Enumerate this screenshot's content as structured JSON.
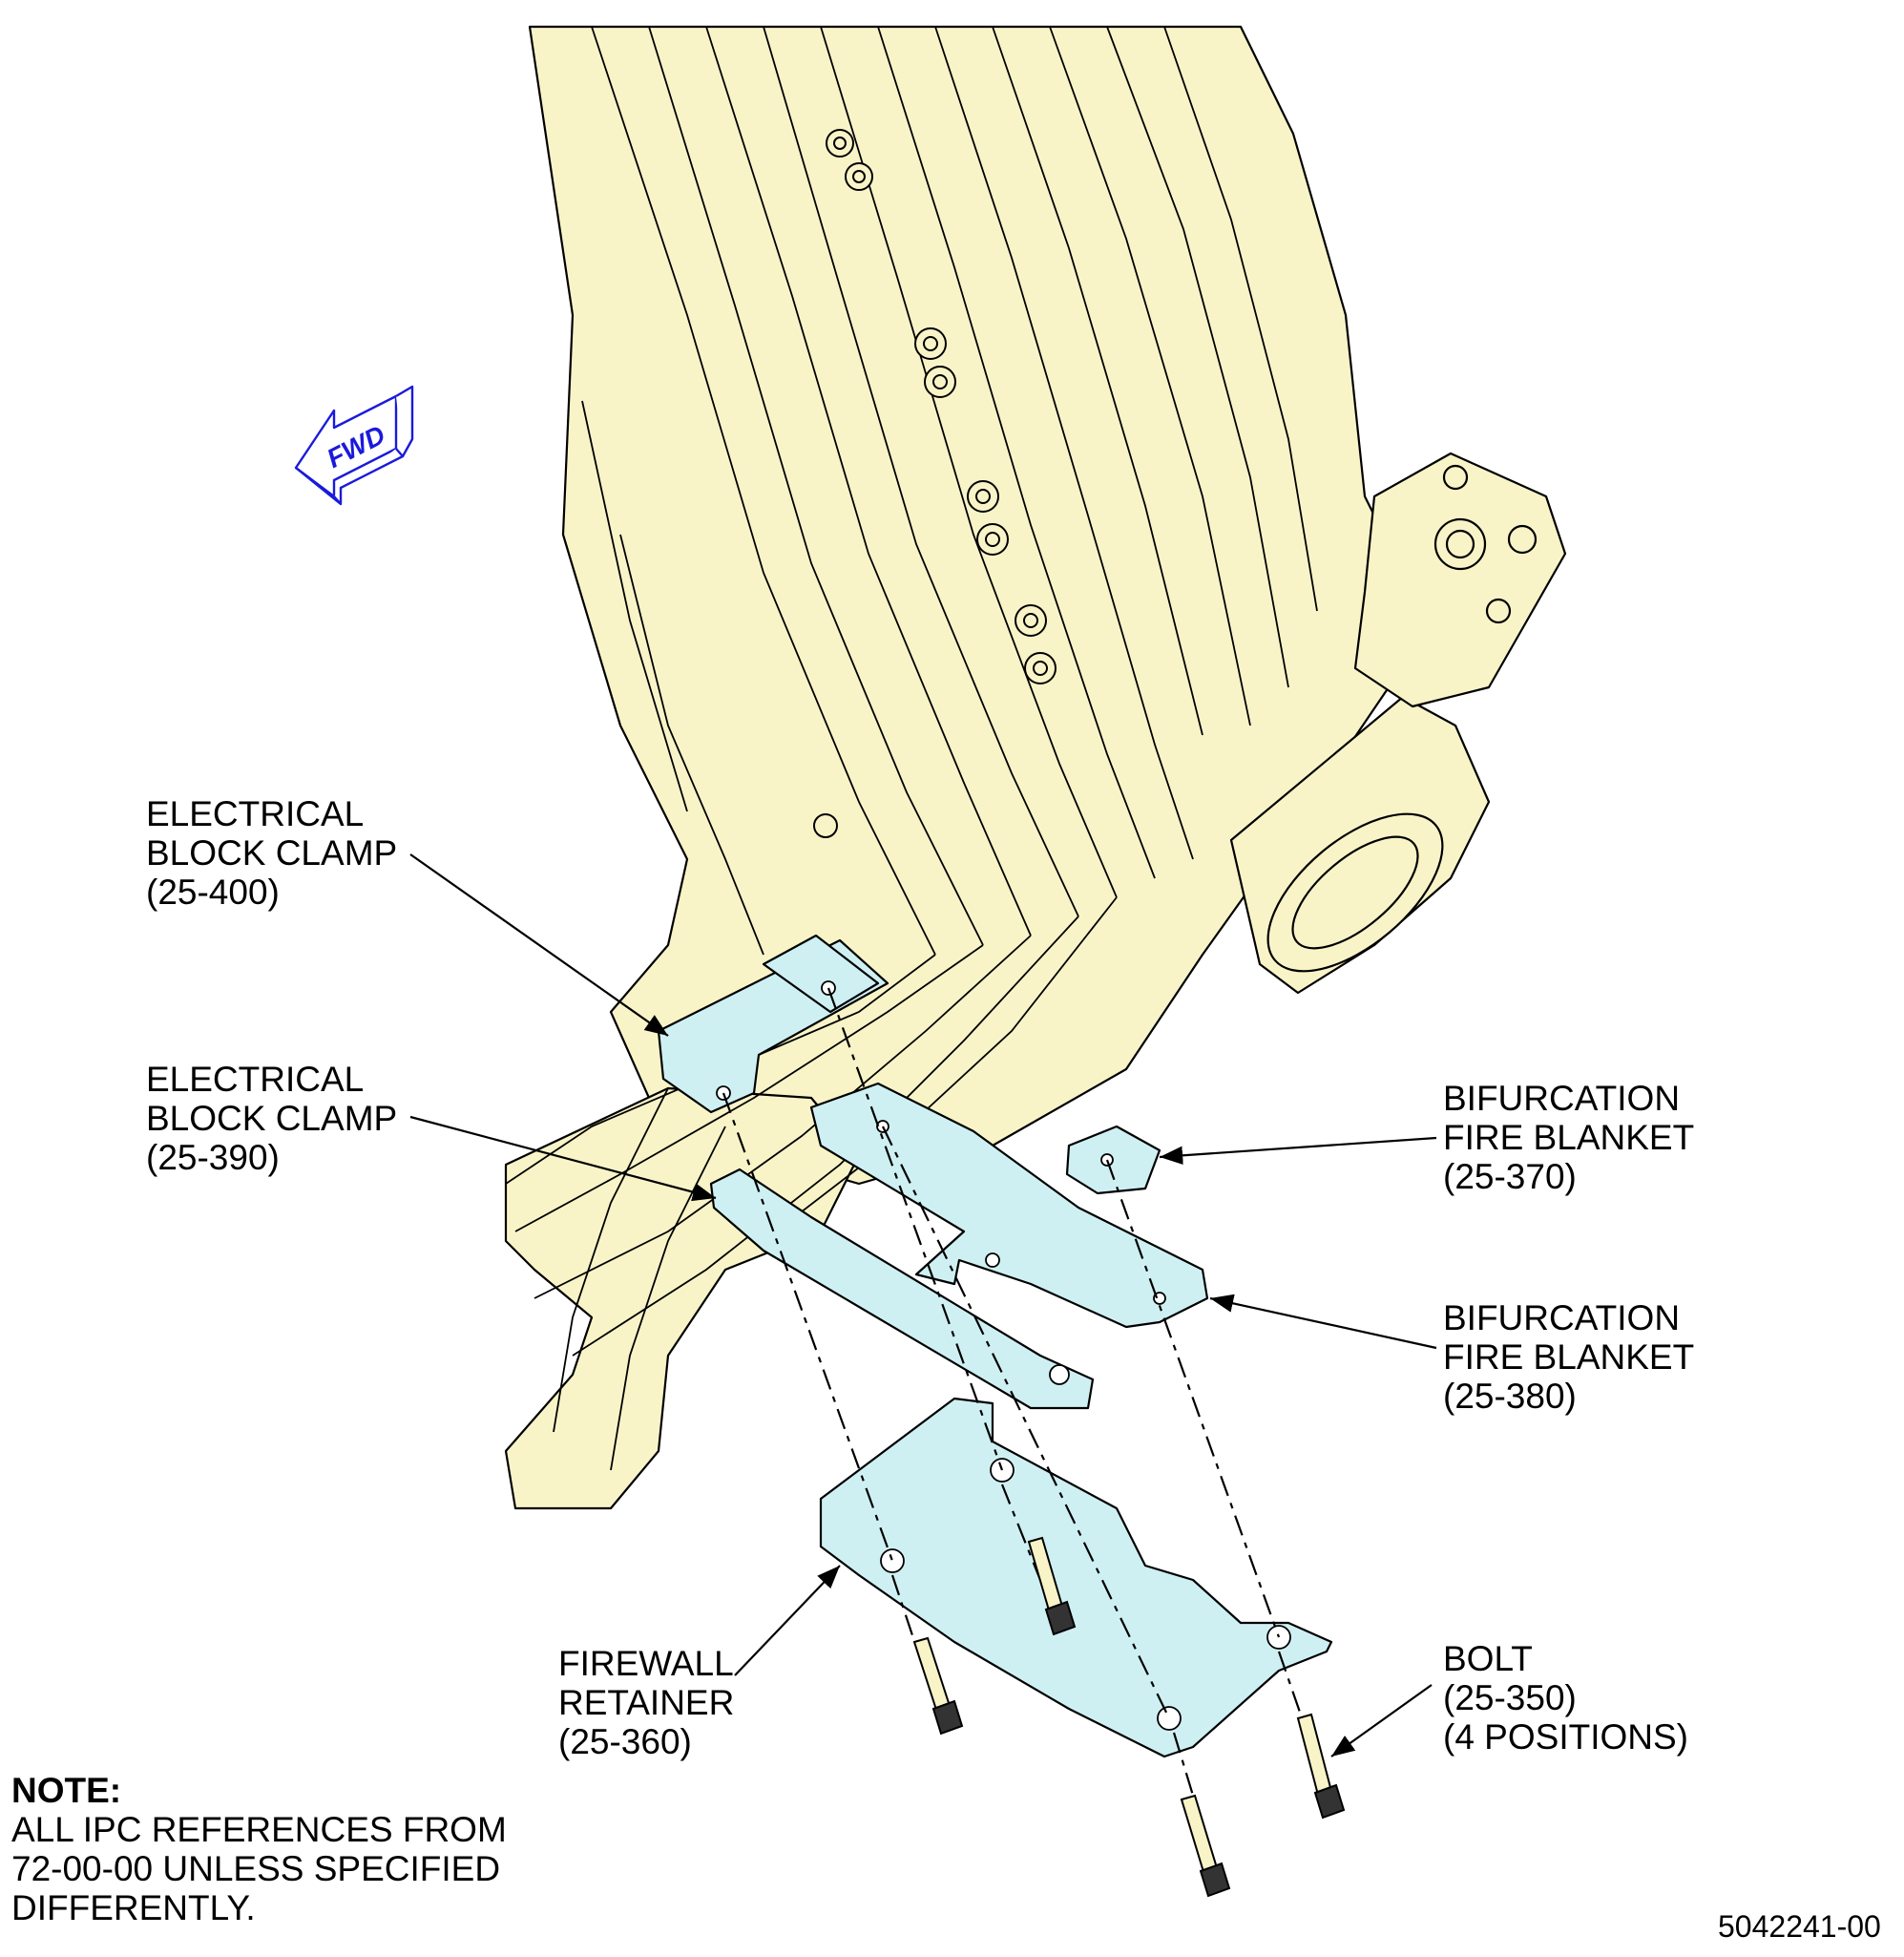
{
  "colors": {
    "harness_fill": "#f8f4c8",
    "part_fill": "#cff0f3",
    "line": "#000000",
    "fwd_arrow": "#1a1adb"
  },
  "fwd_indicator": {
    "text": "FWD",
    "icon": "fwd-arrow-icon"
  },
  "callouts": {
    "clamp_400": {
      "line1": "ELECTRICAL",
      "line2": "BLOCK CLAMP",
      "ref": "(25-400)"
    },
    "clamp_390": {
      "line1": "ELECTRICAL",
      "line2": "BLOCK CLAMP",
      "ref": "(25-390)"
    },
    "blanket_370": {
      "line1": "BIFURCATION",
      "line2": "FIRE BLANKET",
      "ref": "(25-370)"
    },
    "blanket_380": {
      "line1": "BIFURCATION",
      "line2": "FIRE BLANKET",
      "ref": "(25-380)"
    },
    "retainer_360": {
      "line1": "FIREWALL",
      "line2": "RETAINER",
      "ref": "(25-360)"
    },
    "bolt_350": {
      "line1": "BOLT",
      "line2": "(25-350)",
      "ref": "(4 POSITIONS)"
    }
  },
  "note": {
    "heading": "NOTE:",
    "line1": "ALL IPC REFERENCES FROM",
    "line2": "72-00-00 UNLESS SPECIFIED",
    "line3": "DIFFERENTLY."
  },
  "figure_id": "5042241-00"
}
